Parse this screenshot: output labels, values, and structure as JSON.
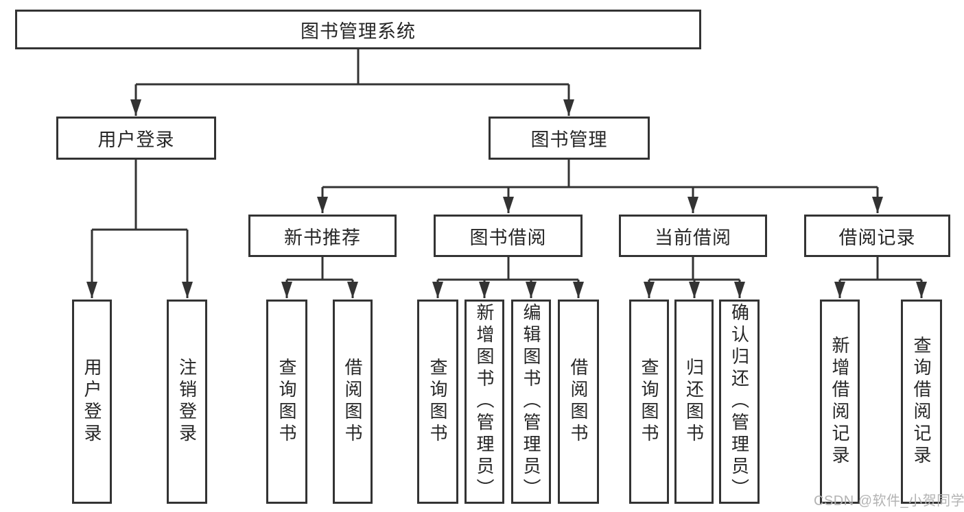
{
  "nodes": {
    "root": "图书管理系统",
    "l2": [
      "用户登录",
      "图书管理"
    ],
    "l3": [
      "新书推荐",
      "图书借阅",
      "当前借阅",
      "借阅记录"
    ],
    "leaves": {
      "user": [
        "用户登录",
        "注销登录"
      ],
      "newbook": [
        "查询图书",
        "借阅图书"
      ],
      "borrow": [
        "查询图书",
        "新增图书（管理员）",
        "编辑图书（管理员）",
        "借阅图书"
      ],
      "current": [
        "查询图书",
        "归还图书",
        "确认归还（管理员）"
      ],
      "records": [
        "新增借阅记录",
        "查询借阅记录"
      ]
    }
  },
  "watermark": "CSDN @软件_小贺同学",
  "colors": {
    "line": "#333333",
    "box_border": "#333333",
    "text": "#262626",
    "watermark": "#b3b3b3",
    "background": "#ffffff"
  }
}
